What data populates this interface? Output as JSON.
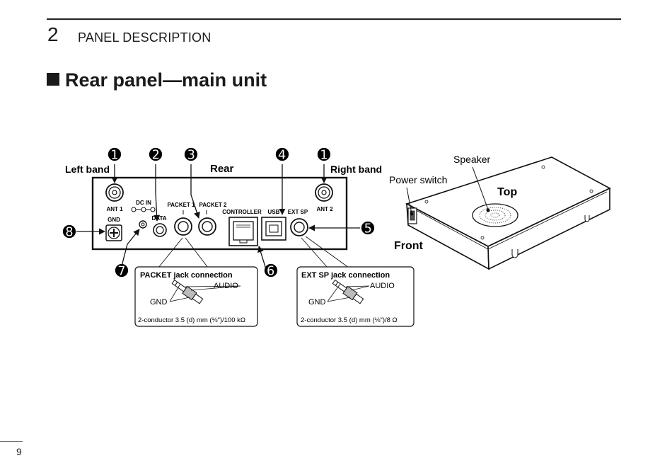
{
  "header": {
    "chapter_number": "2",
    "chapter_title": "PANEL DESCRIPTION"
  },
  "section": {
    "title": "Rear panel—main unit"
  },
  "rear_diagram": {
    "view_title": "Rear",
    "left_band": "Left band",
    "right_band": "Right band",
    "labels": {
      "ant1": "ANT 1",
      "ant2": "ANT 2",
      "gnd": "GND",
      "dc_in": "DC IN",
      "data": "DATA",
      "packet1": "PACKET 1",
      "packet2": "PACKET 2",
      "controller": "CONTROLLER",
      "usb": "USB",
      "ext_sp": "EXT SP"
    },
    "callouts": {
      "c1_left": "➊",
      "c2": "➋",
      "c3": "➌",
      "c4": "➍",
      "c1_right": "➊",
      "c5": "➎",
      "c6": "➏",
      "c7": "➐",
      "c8": "➑"
    }
  },
  "packet_box": {
    "title": "PACKET jack connection",
    "audio": "AUDIO",
    "gnd": "GND",
    "spec": "2-conductor 3.5 (d) mm (⅛″)/100 kΩ"
  },
  "extsp_box": {
    "title": "EXT SP jack connection",
    "audio": "AUDIO",
    "gnd": "GND",
    "spec": "2-conductor 3.5 (d) mm (⅛″)/8 Ω"
  },
  "unit_view": {
    "speaker": "Speaker",
    "power_switch": "Power switch",
    "top": "Top",
    "front": "Front"
  },
  "footer": {
    "page_number": "9"
  }
}
